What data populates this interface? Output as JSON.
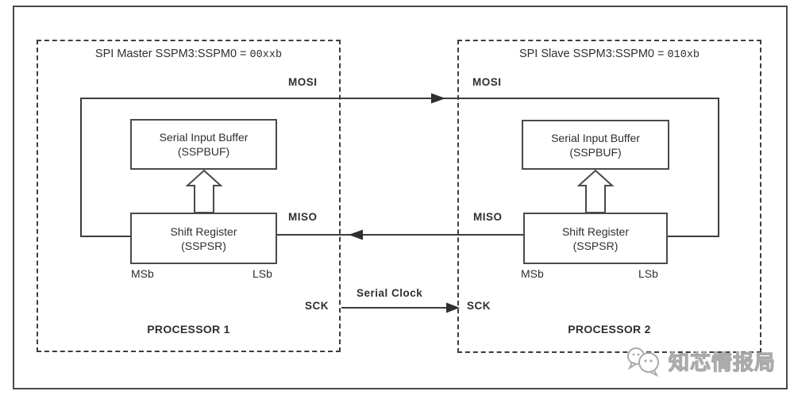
{
  "diagram": {
    "master": {
      "title_text": "SPI Master SSPM3:SSPM0 = ",
      "title_code": "00xxb",
      "buffer_line1": "Serial Input Buffer",
      "buffer_line2": "(SSPBUF)",
      "shift_line1": "Shift Register",
      "shift_line2": "(SSPSR)",
      "msb": "MSb",
      "lsb": "LSb",
      "mosi": "MOSI",
      "miso": "MISO",
      "sck": "SCK",
      "processor": "PROCESSOR 1"
    },
    "slave": {
      "title_text": "SPI Slave SSPM3:SSPM0 = ",
      "title_code": "010xb",
      "buffer_line1": "Serial Input Buffer",
      "buffer_line2": "(SSPBUF)",
      "shift_line1": "Shift Register",
      "shift_line2": "(SSPSR)",
      "msb": "MSb",
      "lsb": "LSb",
      "mosi": "MOSI",
      "miso": "MISO",
      "sck": "SCK",
      "processor": "PROCESSOR 2"
    },
    "serial_clock_label": "Serial Clock",
    "watermark_text": "知芯情报局",
    "colors": {
      "line": "#3d3d3d",
      "box_border": "#4a4a4a",
      "text": "#2f2f2f",
      "watermark": "#ababab",
      "background": "#ffffff"
    }
  }
}
